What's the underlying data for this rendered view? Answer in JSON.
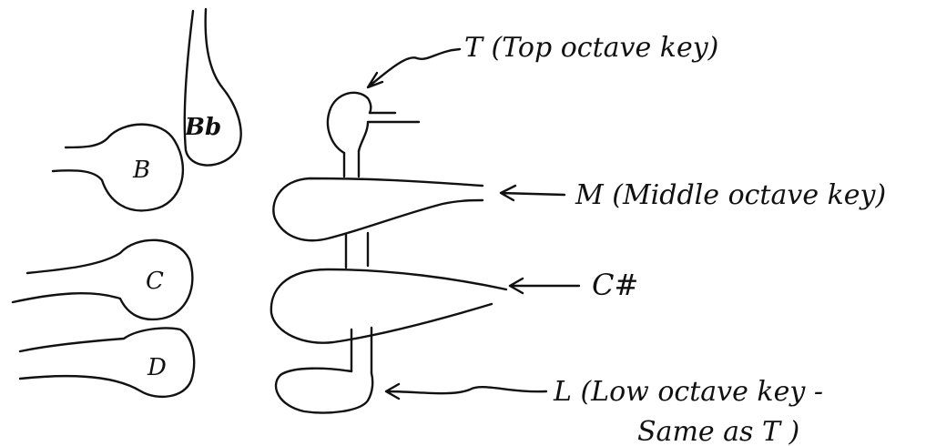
{
  "keys": {
    "bb": "Bb",
    "b": "B",
    "c": "C",
    "d": "D"
  },
  "annotations": {
    "top": "T (Top octave key)",
    "middle": "M (Middle octave key)",
    "csharp": "C#",
    "low_line1": "L (Low octave key -",
    "low_line2": "Same as T )"
  }
}
